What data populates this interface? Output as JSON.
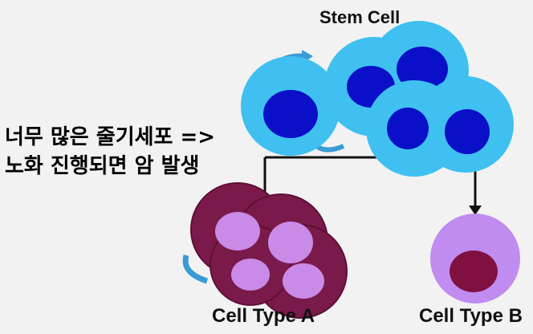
{
  "diagram": {
    "stem_title": "Stem Cell",
    "type_a_label": "Cell Type A",
    "type_b_label": "Cell Type B",
    "caption_line1": "너무 많은 줄기세포 =>",
    "caption_line2": "노화 진행되면 암 발생"
  },
  "colors": {
    "background": "#f2f2f2",
    "stem_cytoplasm": "#3fc0f0",
    "stem_nucleus": "#0a10c8",
    "type_a_cytoplasm": "#7a1a4a",
    "type_a_nucleus": "#c98ae8",
    "type_b_cytoplasm": "#c08cf0",
    "type_b_nucleus": "#801040",
    "arrow": "#3a9bd5",
    "connector": "#111111"
  }
}
